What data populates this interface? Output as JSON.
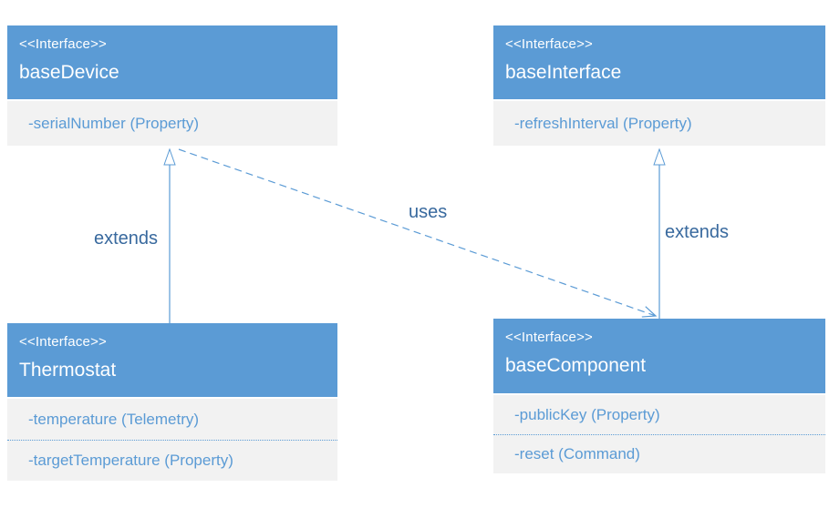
{
  "diagram": {
    "colors": {
      "header_bg": "#5B9BD5",
      "header_text": "#FFFFFF",
      "body_bg": "#F2F2F2",
      "member_text": "#5B9BD5",
      "edge_line": "#5B9BD5",
      "edge_label_text": "#38699E"
    },
    "nodes": [
      {
        "id": "baseDevice",
        "stereotype": "<<Interface>>",
        "name": "baseDevice",
        "members": [
          "-serialNumber (Property)"
        ]
      },
      {
        "id": "baseInterface",
        "stereotype": "<<Interface>>",
        "name": "baseInterface",
        "members": [
          "-refreshInterval (Property)"
        ]
      },
      {
        "id": "Thermostat",
        "stereotype": "<<Interface>>",
        "name": "Thermostat",
        "members": [
          "-temperature (Telemetry)",
          "-targetTemperature (Property)"
        ]
      },
      {
        "id": "baseComponent",
        "stereotype": "<<Interface>>",
        "name": "baseComponent",
        "members": [
          "-publicKey (Property)",
          "-reset (Command)"
        ]
      }
    ],
    "edges": [
      {
        "label": "extends",
        "from": "Thermostat",
        "to": "baseDevice",
        "style": "solid",
        "arrow": "hollow-triangle"
      },
      {
        "label": "extends",
        "from": "baseComponent",
        "to": "baseInterface",
        "style": "solid",
        "arrow": "hollow-triangle"
      },
      {
        "label": "uses",
        "from": "baseDevice",
        "to": "baseComponent",
        "style": "dashed",
        "arrow": "open"
      }
    ]
  }
}
